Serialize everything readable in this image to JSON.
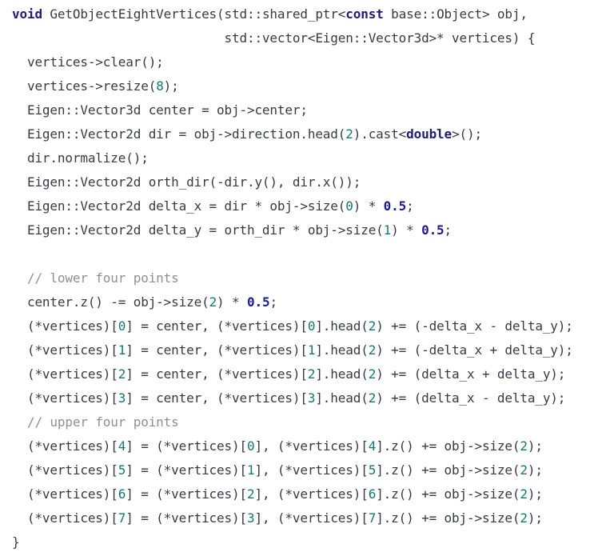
{
  "code": {
    "lines": [
      [
        [
          "keyword",
          "void"
        ],
        [
          "plain",
          " GetObjectEightVertices(std::shared_ptr<"
        ],
        [
          "keyword",
          "const"
        ],
        [
          "plain",
          " base::Object> obj,"
        ]
      ],
      [
        [
          "plain",
          "                            std::vector<Eigen::Vector3d>* vertices) {"
        ]
      ],
      [
        [
          "plain",
          "  vertices->clear();"
        ]
      ],
      [
        [
          "plain",
          "  vertices->resize("
        ],
        [
          "number",
          "8"
        ],
        [
          "plain",
          ");"
        ]
      ],
      [
        [
          "plain",
          "  Eigen::Vector3d center = obj->center;"
        ]
      ],
      [
        [
          "plain",
          "  Eigen::Vector2d dir = obj->direction.head("
        ],
        [
          "number",
          "2"
        ],
        [
          "plain",
          ").cast<"
        ],
        [
          "keyword",
          "double"
        ],
        [
          "plain",
          ">();"
        ]
      ],
      [
        [
          "plain",
          "  dir.normalize();"
        ]
      ],
      [
        [
          "plain",
          "  Eigen::Vector2d orth_dir(-dir.y(), dir.x());"
        ]
      ],
      [
        [
          "plain",
          "  Eigen::Vector2d delta_x = dir * obj->size("
        ],
        [
          "number",
          "0"
        ],
        [
          "plain",
          ") * "
        ],
        [
          "boldnum",
          "0.5"
        ],
        [
          "plain",
          ";"
        ]
      ],
      [
        [
          "plain",
          "  Eigen::Vector2d delta_y = orth_dir * obj->size("
        ],
        [
          "number",
          "1"
        ],
        [
          "plain",
          ") * "
        ],
        [
          "boldnum",
          "0.5"
        ],
        [
          "plain",
          ";"
        ]
      ],
      [
        [
          "plain",
          ""
        ]
      ],
      [
        [
          "comment",
          "  // lower four points"
        ]
      ],
      [
        [
          "plain",
          "  center.z() -= obj->size("
        ],
        [
          "number",
          "2"
        ],
        [
          "plain",
          ") * "
        ],
        [
          "boldnum",
          "0.5"
        ],
        [
          "plain",
          ";"
        ]
      ],
      [
        [
          "plain",
          "  (*vertices)["
        ],
        [
          "number",
          "0"
        ],
        [
          "plain",
          "] = center, (*vertices)["
        ],
        [
          "number",
          "0"
        ],
        [
          "plain",
          "].head("
        ],
        [
          "number",
          "2"
        ],
        [
          "plain",
          ") += (-delta_x - delta_y);"
        ]
      ],
      [
        [
          "plain",
          "  (*vertices)["
        ],
        [
          "number",
          "1"
        ],
        [
          "plain",
          "] = center, (*vertices)["
        ],
        [
          "number",
          "1"
        ],
        [
          "plain",
          "].head("
        ],
        [
          "number",
          "2"
        ],
        [
          "plain",
          ") += (-delta_x + delta_y);"
        ]
      ],
      [
        [
          "plain",
          "  (*vertices)["
        ],
        [
          "number",
          "2"
        ],
        [
          "plain",
          "] = center, (*vertices)["
        ],
        [
          "number",
          "2"
        ],
        [
          "plain",
          "].head("
        ],
        [
          "number",
          "2"
        ],
        [
          "plain",
          ") += (delta_x + delta_y);"
        ]
      ],
      [
        [
          "plain",
          "  (*vertices)["
        ],
        [
          "number",
          "3"
        ],
        [
          "plain",
          "] = center, (*vertices)["
        ],
        [
          "number",
          "3"
        ],
        [
          "plain",
          "].head("
        ],
        [
          "number",
          "2"
        ],
        [
          "plain",
          ") += (delta_x - delta_y);"
        ]
      ],
      [
        [
          "comment",
          "  // upper four points"
        ]
      ],
      [
        [
          "plain",
          "  (*vertices)["
        ],
        [
          "number",
          "4"
        ],
        [
          "plain",
          "] = (*vertices)["
        ],
        [
          "number",
          "0"
        ],
        [
          "plain",
          "], (*vertices)["
        ],
        [
          "number",
          "4"
        ],
        [
          "plain",
          "].z() += obj->size("
        ],
        [
          "number",
          "2"
        ],
        [
          "plain",
          ");"
        ]
      ],
      [
        [
          "plain",
          "  (*vertices)["
        ],
        [
          "number",
          "5"
        ],
        [
          "plain",
          "] = (*vertices)["
        ],
        [
          "number",
          "1"
        ],
        [
          "plain",
          "], (*vertices)["
        ],
        [
          "number",
          "5"
        ],
        [
          "plain",
          "].z() += obj->size("
        ],
        [
          "number",
          "2"
        ],
        [
          "plain",
          ");"
        ]
      ],
      [
        [
          "plain",
          "  (*vertices)["
        ],
        [
          "number",
          "6"
        ],
        [
          "plain",
          "] = (*vertices)["
        ],
        [
          "number",
          "2"
        ],
        [
          "plain",
          "], (*vertices)["
        ],
        [
          "number",
          "6"
        ],
        [
          "plain",
          "].z() += obj->size("
        ],
        [
          "number",
          "2"
        ],
        [
          "plain",
          ");"
        ]
      ],
      [
        [
          "plain",
          "  (*vertices)["
        ],
        [
          "number",
          "7"
        ],
        [
          "plain",
          "] = (*vertices)["
        ],
        [
          "number",
          "3"
        ],
        [
          "plain",
          "], (*vertices)["
        ],
        [
          "number",
          "7"
        ],
        [
          "plain",
          "].z() += obj->size("
        ],
        [
          "number",
          "2"
        ],
        [
          "plain",
          ");"
        ]
      ],
      [
        [
          "plain",
          "}"
        ]
      ]
    ]
  }
}
